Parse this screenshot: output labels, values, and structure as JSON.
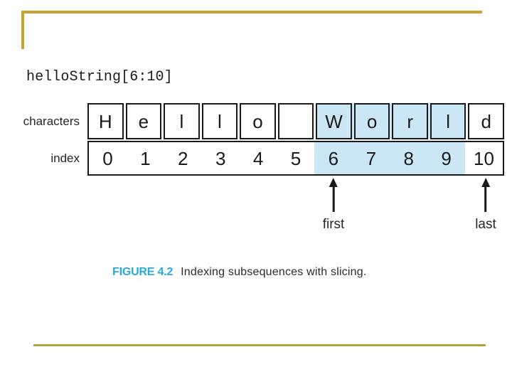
{
  "slide": {
    "code_expression": "helloString[6:10]",
    "caption": {
      "figure_label": "FIGURE 4.2",
      "figure_text": "Indexing subsequences with slicing."
    },
    "colors": {
      "highlight_blue": "#CBE7F6",
      "figure_label_blue": "#2AA9DE",
      "top_accent_gold": "#C7A42F",
      "bottom_rule_gold": "#B3A23E",
      "ink": "#1A1A1A"
    }
  },
  "diagram": {
    "characters_row_label": "characters",
    "index_row_label": "index",
    "cells": [
      {
        "char": "H",
        "index": "0",
        "highlighted": false
      },
      {
        "char": "e",
        "index": "1",
        "highlighted": false
      },
      {
        "char": "l",
        "index": "2",
        "highlighted": false
      },
      {
        "char": "l",
        "index": "3",
        "highlighted": false
      },
      {
        "char": "o",
        "index": "4",
        "highlighted": false
      },
      {
        "char": "",
        "index": "5",
        "highlighted": false
      },
      {
        "char": "W",
        "index": "6",
        "highlighted": true
      },
      {
        "char": "o",
        "index": "7",
        "highlighted": true
      },
      {
        "char": "r",
        "index": "8",
        "highlighted": true
      },
      {
        "char": "l",
        "index": "9",
        "highlighted": true
      },
      {
        "char": "d",
        "index": "10",
        "highlighted": false
      }
    ],
    "pointers": {
      "first": {
        "label": "first",
        "at_index": 6
      },
      "last": {
        "label": "last",
        "at_index": 10
      }
    }
  }
}
